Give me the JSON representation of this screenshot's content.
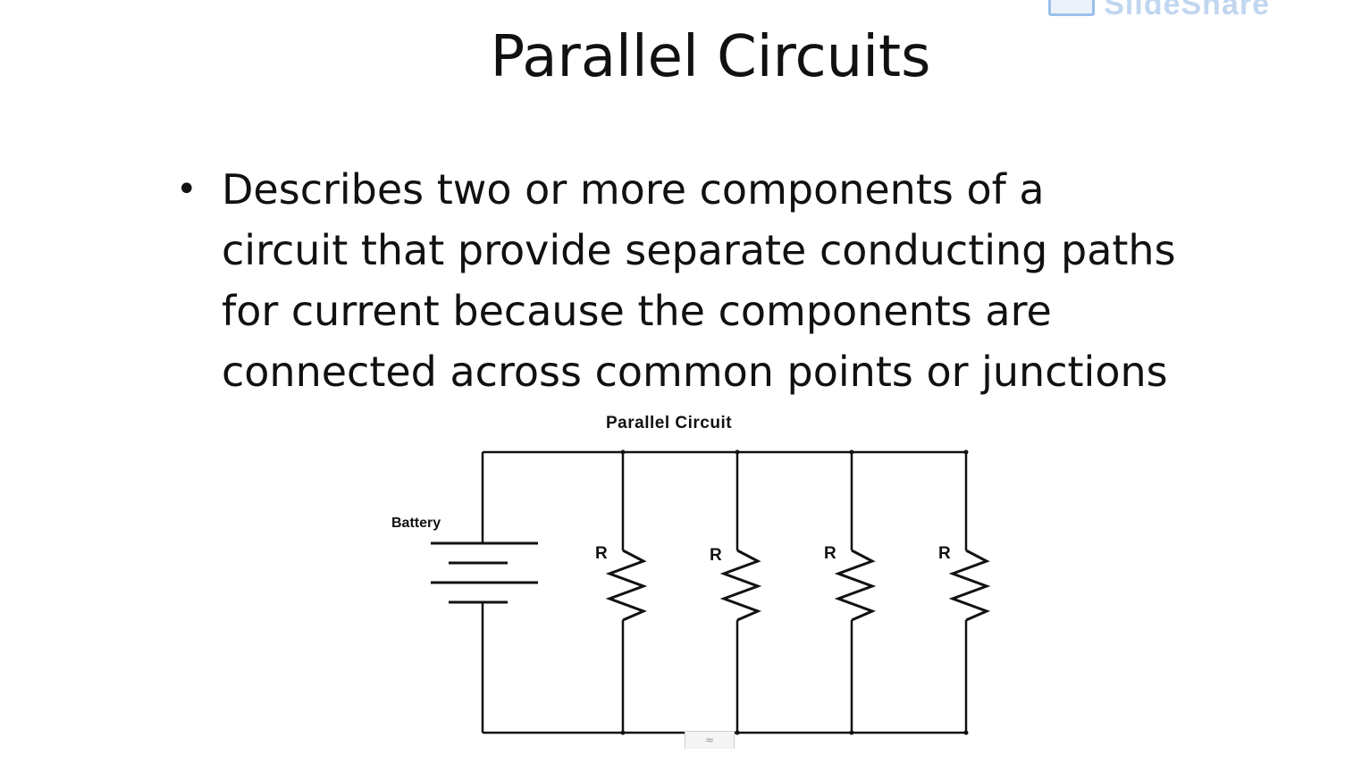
{
  "slide": {
    "title": "Parallel Circuits",
    "bullets": [
      {
        "lines": [
          "Describes two or more components of a",
          "circuit that provide separate conducting paths",
          "for current because the components are",
          "connected across common points or junctions"
        ]
      }
    ]
  },
  "diagram": {
    "title": "Parallel Circuit",
    "battery_label": "Battery",
    "resistor_labels": [
      "R",
      "R",
      "R",
      "R"
    ]
  },
  "watermark": {
    "text": "SlideShare"
  },
  "scroll_tab": {
    "glyph": "≈"
  }
}
